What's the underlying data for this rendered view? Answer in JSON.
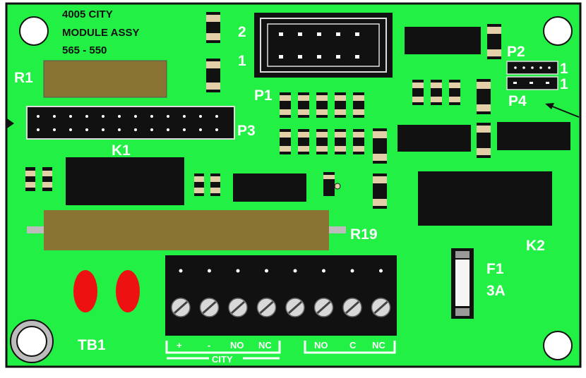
{
  "colors": {
    "board": "#22f044",
    "outline": "#111111",
    "resistor": "#8a7433",
    "component": "#111111",
    "smd_end": "#e3cfa8",
    "led": "#ee1111",
    "fuse_glass": "#f5f5f5",
    "label": "#ffffff",
    "hole": "#ffffff"
  },
  "board_title": {
    "line1": "4005 CITY",
    "line2": "MODULE ASSY",
    "line3": "565 - 550"
  },
  "labels": {
    "r1": "R1",
    "k1": "K1",
    "p3": "P3",
    "p1": "P1",
    "p1_pin2": "2",
    "p1_pin1": "1",
    "p2": "P2",
    "p4": "P4",
    "p2_pin1": "1",
    "p4_pin1": "1",
    "r19": "R19",
    "k2": "K2",
    "f1": "F1",
    "f1_rating": "3A",
    "tb1": "TB1"
  },
  "terminals": {
    "city_labels": [
      "+",
      "-",
      "NO",
      "NC"
    ],
    "relay_labels": [
      "NO",
      "C",
      "NC"
    ],
    "city_group": "CITY"
  },
  "icons": {
    "mount_hole": "circle",
    "arrow": "arrow-icon",
    "screw": "screw-icon"
  }
}
